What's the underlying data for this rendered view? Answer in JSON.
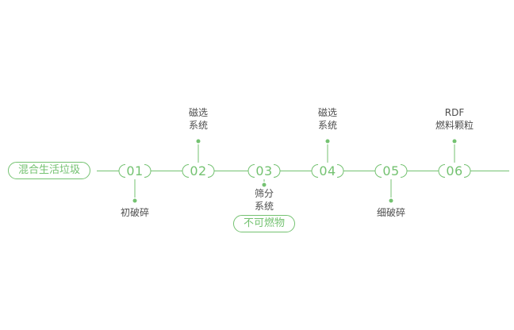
{
  "colors": {
    "accent": "#74c271",
    "label": "#4d4d4d"
  },
  "start_pill": {
    "label": "混合生活垃圾"
  },
  "steps": [
    {
      "number": "01",
      "label_position": "below",
      "label_lines": [
        "初破碎"
      ]
    },
    {
      "number": "02",
      "label_position": "above",
      "label_lines": [
        "磁选",
        "系统"
      ]
    },
    {
      "number": "03",
      "label_position": "below",
      "label_lines": [
        "筛分",
        "系统"
      ],
      "output_pill": "不可燃物"
    },
    {
      "number": "04",
      "label_position": "above",
      "label_lines": [
        "磁选",
        "系统"
      ]
    },
    {
      "number": "05",
      "label_position": "below",
      "label_lines": [
        "细破碎"
      ]
    },
    {
      "number": "06",
      "label_position": "above",
      "label_lines": [
        "RDF",
        "燃料颗粒"
      ]
    }
  ]
}
